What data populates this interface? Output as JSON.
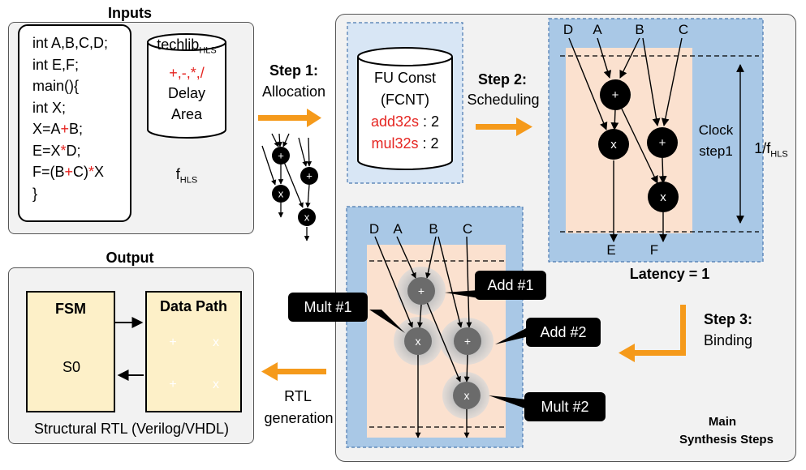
{
  "inputs": {
    "title": "Inputs",
    "code_lines": [
      {
        "parts": [
          {
            "t": "int A,B,C,D;",
            "c": ""
          }
        ]
      },
      {
        "parts": [
          {
            "t": "int E,F;",
            "c": ""
          }
        ]
      },
      {
        "parts": [
          {
            "t": "main(){",
            "c": ""
          }
        ]
      },
      {
        "parts": [
          {
            "t": "int X;",
            "c": ""
          }
        ]
      },
      {
        "parts": [
          {
            "t": "X=A",
            "c": ""
          },
          {
            "t": "+",
            "c": "red"
          },
          {
            "t": "B;",
            "c": ""
          }
        ]
      },
      {
        "parts": [
          {
            "t": "E=X",
            "c": ""
          },
          {
            "t": "*",
            "c": "red"
          },
          {
            "t": "D;",
            "c": ""
          }
        ]
      },
      {
        "parts": [
          {
            "t": "F=(B",
            "c": ""
          },
          {
            "t": "+",
            "c": "red"
          },
          {
            "t": "C)",
            "c": ""
          },
          {
            "t": "*",
            "c": "red"
          },
          {
            "t": "X",
            "c": ""
          }
        ]
      },
      {
        "parts": [
          {
            "t": "}",
            "c": ""
          }
        ]
      }
    ],
    "techlib_label": "techlib",
    "techlib_sub": "HLS",
    "techlib_ops": "+,-,*,/",
    "techlib_delay": "Delay",
    "techlib_area": "Area",
    "f_label": "f",
    "f_sub": "HLS"
  },
  "step1": {
    "title": "Step 1:",
    "name": "Allocation"
  },
  "step2": {
    "title": "Step 2:",
    "name": "Scheduling"
  },
  "step3": {
    "title": "Step 3:",
    "name": "Binding"
  },
  "rtl_generation": {
    "line1": "RTL",
    "line2": "generation"
  },
  "fu_const": {
    "line1": "FU Const",
    "line2": "(FCNT)",
    "add_name": "add32s",
    "add_value": " : 2",
    "mul_name": "mul32s",
    "mul_value": " : 2"
  },
  "schedule": {
    "inputs": [
      "D",
      "A",
      "B",
      "C"
    ],
    "outputs": [
      "E",
      "F"
    ],
    "clock_label_1": "Clock",
    "clock_label_2": "step1",
    "period_label": "1/f",
    "period_sub": "HLS",
    "latency": "Latency = 1"
  },
  "binding": {
    "inputs": [
      "D",
      "A",
      "B",
      "C"
    ],
    "callouts": [
      "Add #1",
      "Mult #1",
      "Add #2",
      "Mult #2"
    ]
  },
  "ops": {
    "add": "+",
    "mul": "x"
  },
  "output": {
    "title": "Output",
    "fsm_title": "FSM",
    "state": "S0",
    "datapath_title": "Data Path",
    "units": [
      "+",
      "x",
      "+",
      "x"
    ],
    "caption": "Structural RTL (Verilog/VHDL)"
  },
  "main_steps": {
    "line1": "Main",
    "line2": "Synthesis Steps"
  },
  "colors": {
    "orange": "#f59a1b",
    "red": "#e52521",
    "blue": "#a9c8e6",
    "peach": "#fbe1cf"
  }
}
